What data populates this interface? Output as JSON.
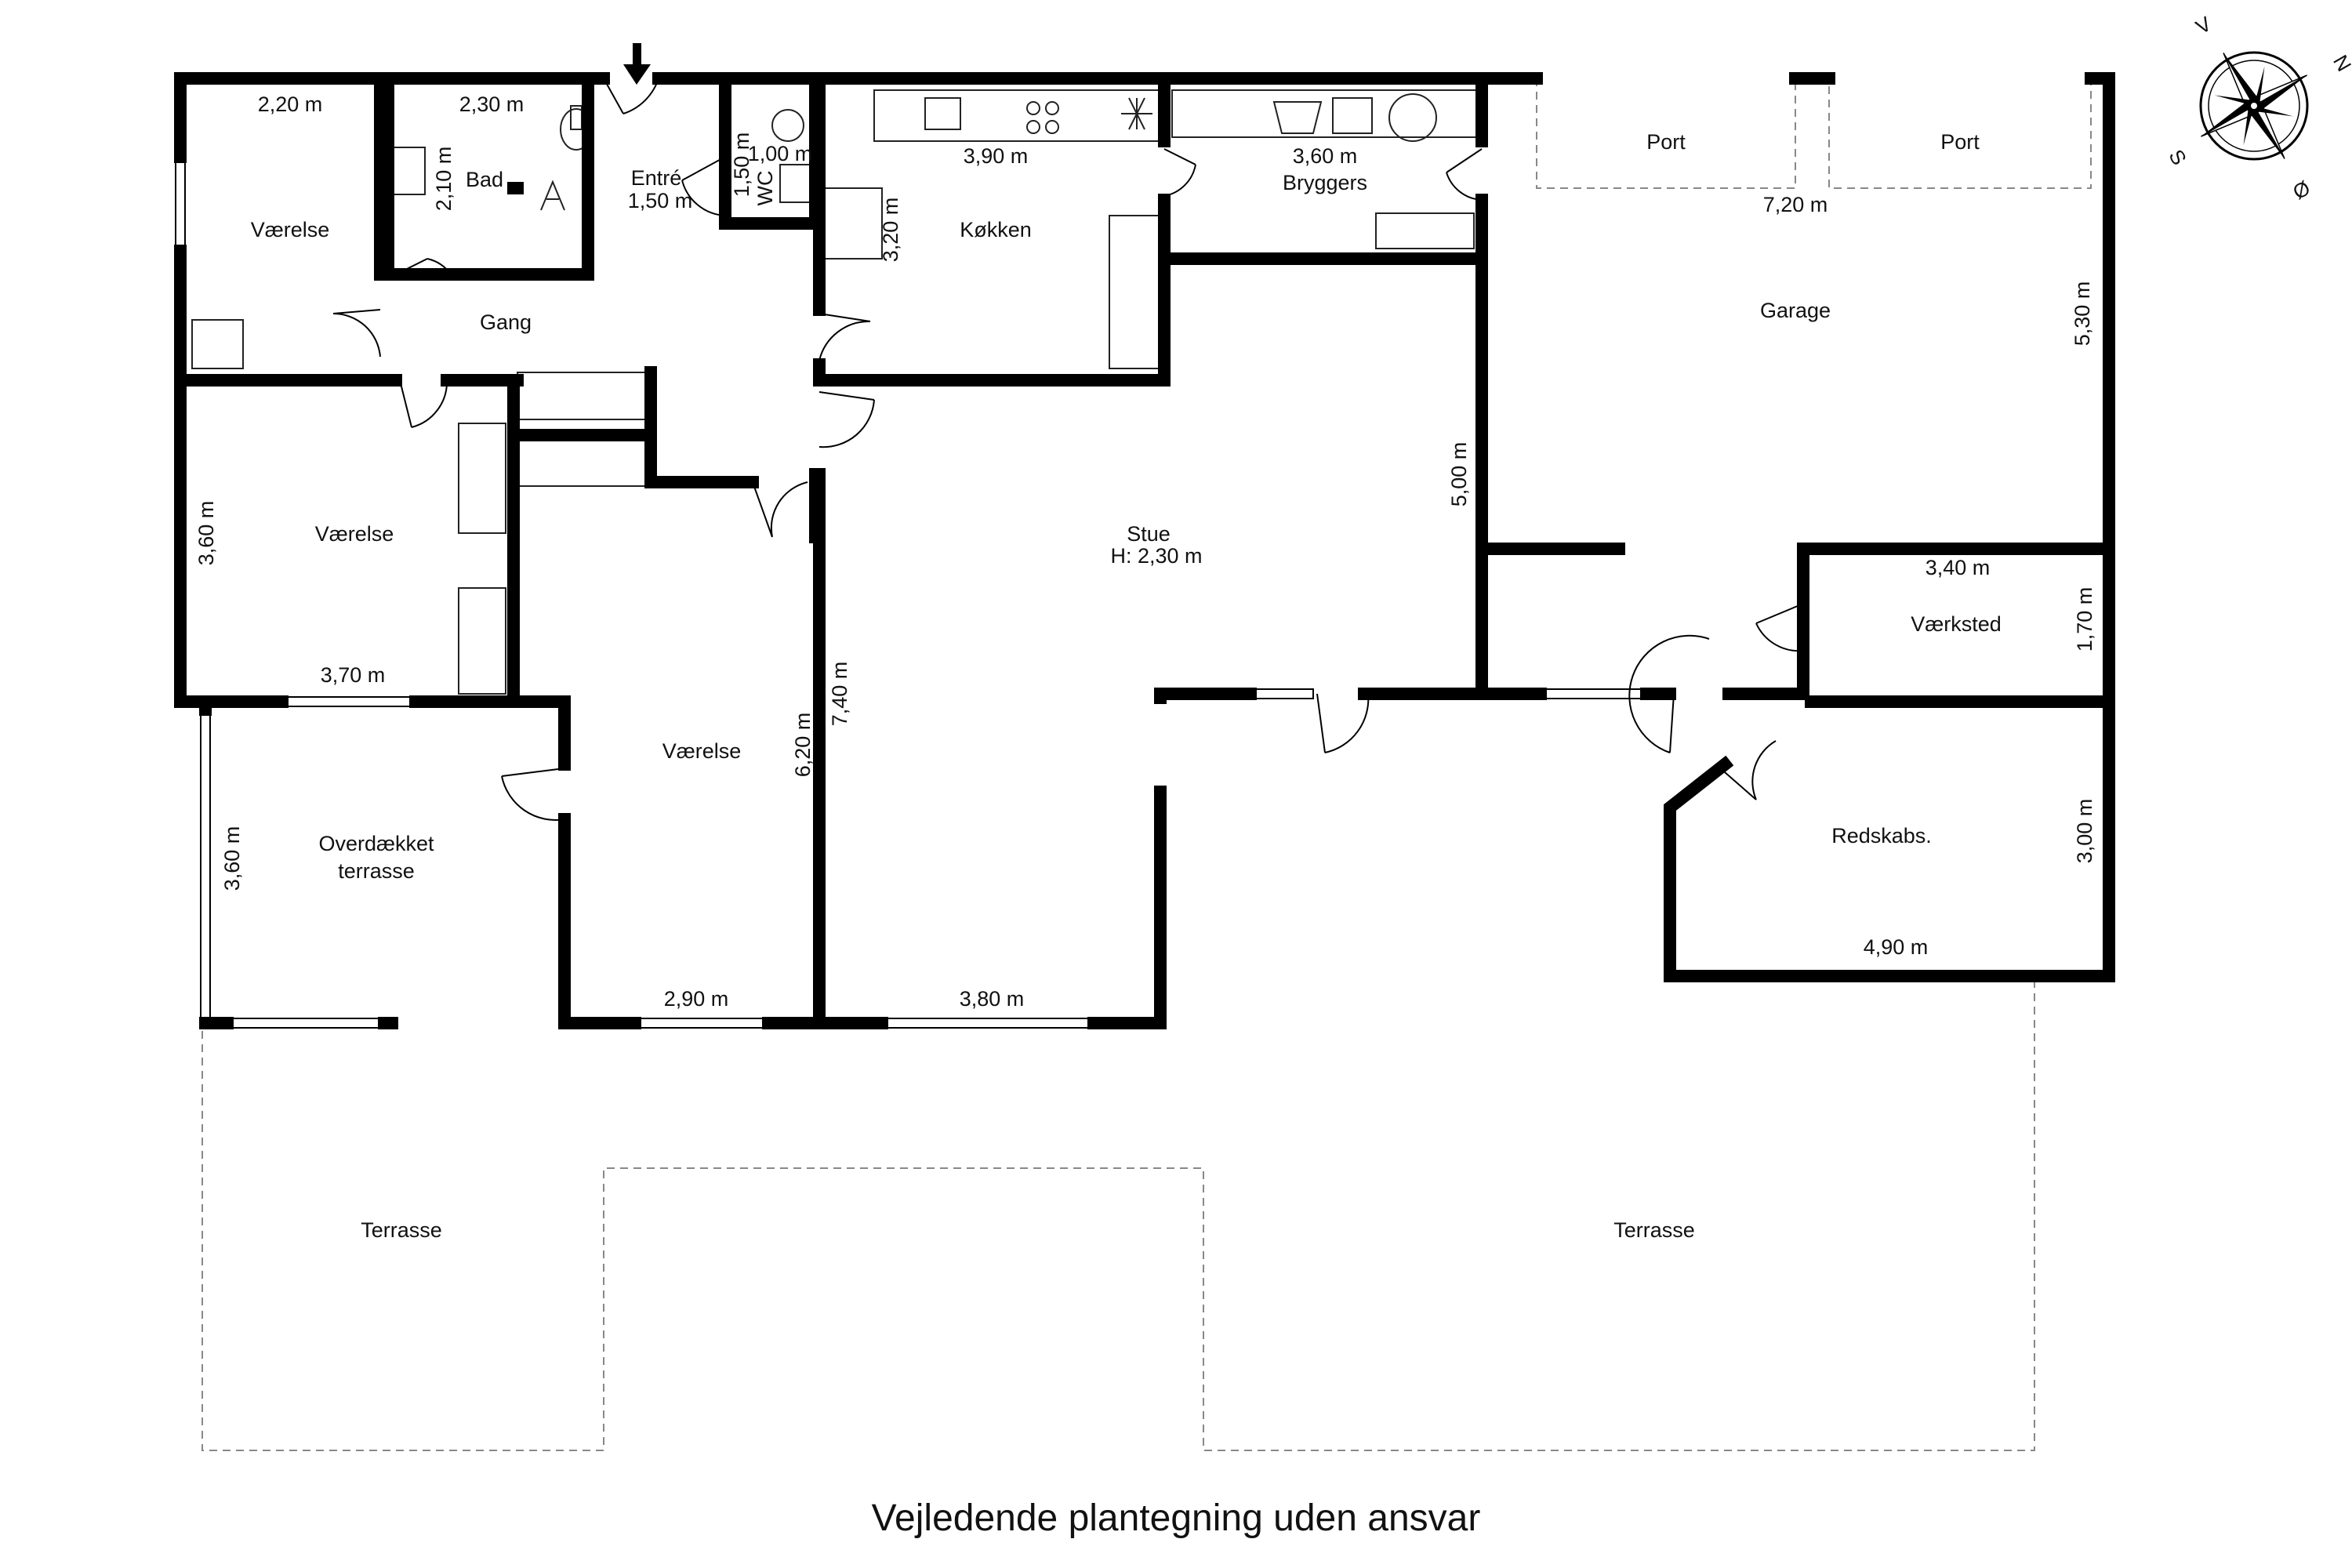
{
  "plan": {
    "caption": "Vejledende plantegning uden ansvar",
    "rooms": {
      "vaerelse_nw": "Værelse",
      "bad": "Bad",
      "entre": "Entré",
      "wc": "WC",
      "koekken": "Køkken",
      "bryggers": "Bryggers",
      "port_1": "Port",
      "port_2": "Port",
      "gang": "Gang",
      "garage": "Garage",
      "vaerelse_w": "Værelse",
      "stue": "Stue",
      "stue_height": "H: 2,30 m",
      "vaerksted": "Værksted",
      "vaerelse_c": "Værelse",
      "overdaekket_1": "Overdækket",
      "overdaekket_2": "terrasse",
      "redskabs": "Redskabs.",
      "terrasse_w": "Terrasse",
      "terrasse_e": "Terrasse"
    },
    "dimensions": {
      "vaerelse_nw_w": "2,20 m",
      "bad_w": "2,30 m",
      "bad_h": "2,10 m",
      "entre_w": "1,50 m",
      "wc_h": "1,50 m",
      "wc_w": "1,00 m",
      "koekken_w": "3,90 m",
      "koekken_h": "3,20 m",
      "bryggers_w": "3,60 m",
      "garage_w": "7,20 m",
      "garage_h": "5,30 m",
      "stue_h": "5,00 m",
      "vaerelse_w_h": "3,60 m",
      "vaerelse_w_w": "3,70 m",
      "vaerksted_w": "3,40 m",
      "vaerksted_h": "1,70 m",
      "stue_h2": "7,40 m",
      "vaerelse_c_h": "6,20 m",
      "overdaekket_h": "3,60 m",
      "redskabs_h": "3,00 m",
      "redskabs_w": "4,90 m",
      "vaerelse_c_w": "2,90 m",
      "stue_w": "3,80 m"
    },
    "compass": {
      "v": "V",
      "n": "N",
      "s": "S",
      "o": "Ø"
    }
  }
}
